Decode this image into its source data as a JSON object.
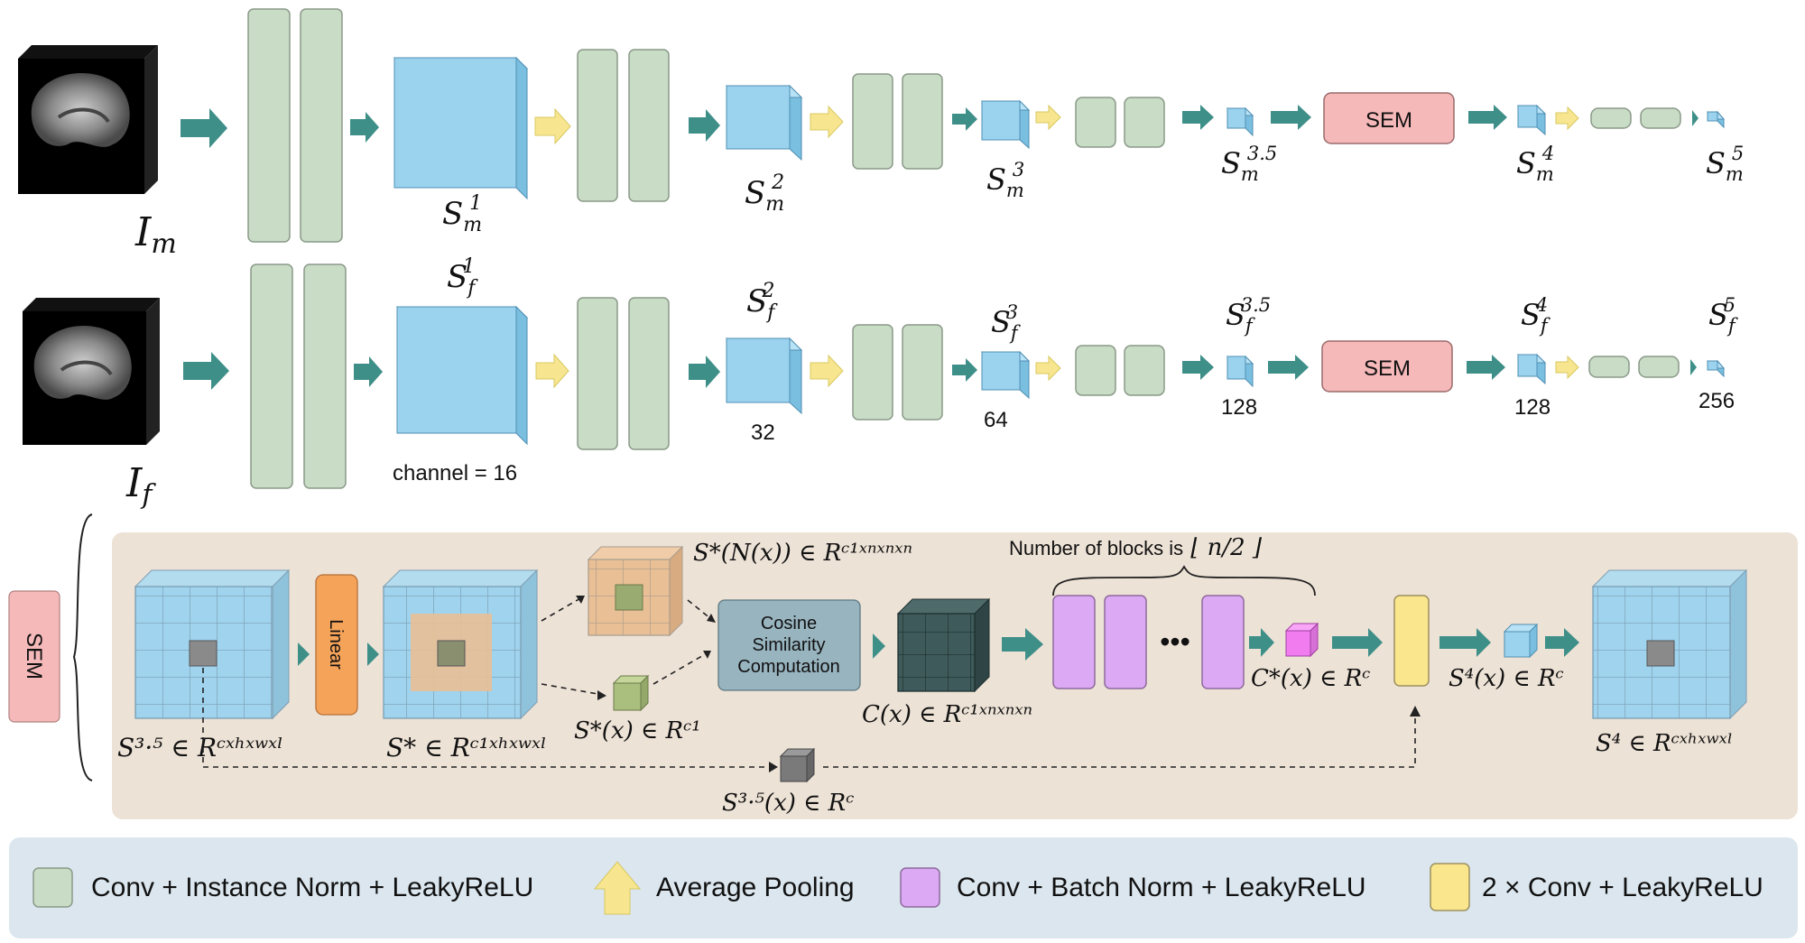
{
  "top_row": {
    "input_label": "I",
    "input_sub": "m",
    "stages": [
      {
        "label": "S",
        "sub": "m",
        "sup": "1"
      },
      {
        "label": "S",
        "sub": "m",
        "sup": "2"
      },
      {
        "label": "S",
        "sub": "m",
        "sup": "3"
      },
      {
        "label": "S",
        "sub": "m",
        "sup": "3.5"
      },
      {
        "label": "S",
        "sub": "m",
        "sup": "4"
      },
      {
        "label": "S",
        "sub": "m",
        "sup": "5"
      }
    ],
    "sem_label": "SEM"
  },
  "bottom_row": {
    "input_label": "I",
    "input_sub": "f",
    "stages": [
      {
        "label": "S",
        "sub": "f",
        "sup": "1"
      },
      {
        "label": "S",
        "sub": "f",
        "sup": "2"
      },
      {
        "label": "S",
        "sub": "f",
        "sup": "3"
      },
      {
        "label": "S",
        "sub": "f",
        "sup": "3.5"
      },
      {
        "label": "S",
        "sub": "f",
        "sup": "4"
      },
      {
        "label": "S",
        "sub": "f",
        "sup": "5"
      }
    ],
    "channels": [
      "channel = 16",
      "32",
      "64",
      "128",
      "128",
      "256"
    ],
    "sem_label": "SEM"
  },
  "sem_module": {
    "side_label": "SEM",
    "linear_label": "Linear",
    "cosine_label": [
      "Cosine",
      "Similarity",
      "Computation"
    ],
    "blocks_note_prefix": "Number of blocks is",
    "blocks_note_math": "⌊ n/2 ⌋",
    "ellipsis": "•••",
    "labels": {
      "s35": "S³·⁵ ∈ Rᶜˣʰˣʷˣˡ",
      "sstar": "S* ∈ Rᶜ¹ˣʰˣʷˣˡ",
      "sstar_n": "S*(N(x)) ∈ Rᶜ¹ˣⁿˣⁿˣⁿ",
      "sstar_x": "S*(x) ∈ Rᶜ¹",
      "cx": "C(x) ∈ Rᶜ¹ˣⁿˣⁿˣⁿ",
      "cstar_x": "C*(x) ∈ Rᶜ",
      "s4_x": "S⁴(x) ∈ Rᶜ",
      "s4": "S⁴ ∈ Rᶜˣʰˣʷˣˡ",
      "s35_x": "S³·⁵(x) ∈ Rᶜ"
    }
  },
  "legend": [
    {
      "label": "Conv + Instance Norm + LeakyReLU",
      "color": "#c9dcc6"
    },
    {
      "label": "Average Pooling",
      "color": "#f7e68f"
    },
    {
      "label": "Conv + Batch Norm + LeakyReLU",
      "color": "#dca9f5"
    },
    {
      "label": "2 × Conv + LeakyReLU",
      "color": "#fae68c"
    }
  ],
  "colors": {
    "conv_in": "#c9dcc6",
    "feature": "#9bd3ef",
    "sem_block": "#f6b9b9",
    "teal_arrow": "#3f8f89",
    "pool_arrow": "#f7e68f",
    "sem_panel": "#ede2d6",
    "legend_panel": "#dbe6ee",
    "linear": "#f6a35a",
    "cosine": "#98b4bf"
  }
}
